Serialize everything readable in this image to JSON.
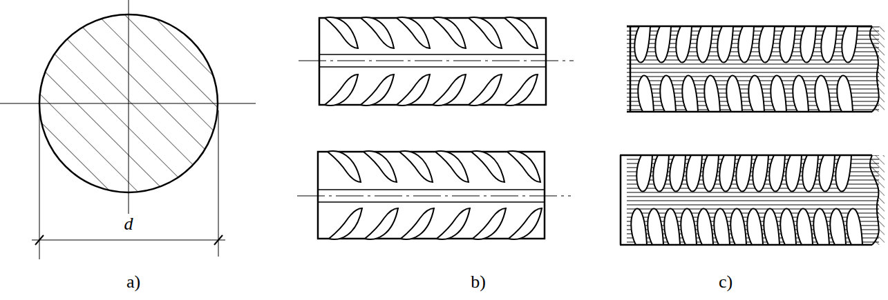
{
  "diagram": {
    "labels": [
      "d",
      "a)",
      "b)",
      "c)"
    ]
  }
}
